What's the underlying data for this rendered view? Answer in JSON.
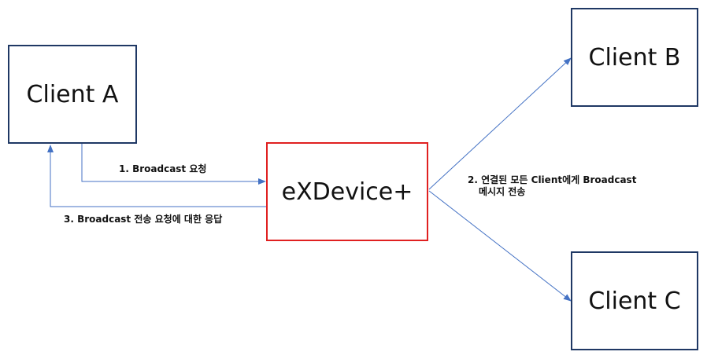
{
  "nodes": {
    "client_a": "Client A",
    "client_b": "Client B",
    "client_c": "Client C",
    "server": "eXDevice+"
  },
  "labels": {
    "step1": "1. Broadcast 요청",
    "step2_line1": "2. 연결된 모든 Client에게 Broadcast",
    "step2_line2": "메시지 전송",
    "step3": "3. Broadcast 전송 요청에 대한 응답"
  },
  "colors": {
    "client_border": "#1f3864",
    "server_border": "#e02020",
    "arrow": "#4472c4"
  }
}
